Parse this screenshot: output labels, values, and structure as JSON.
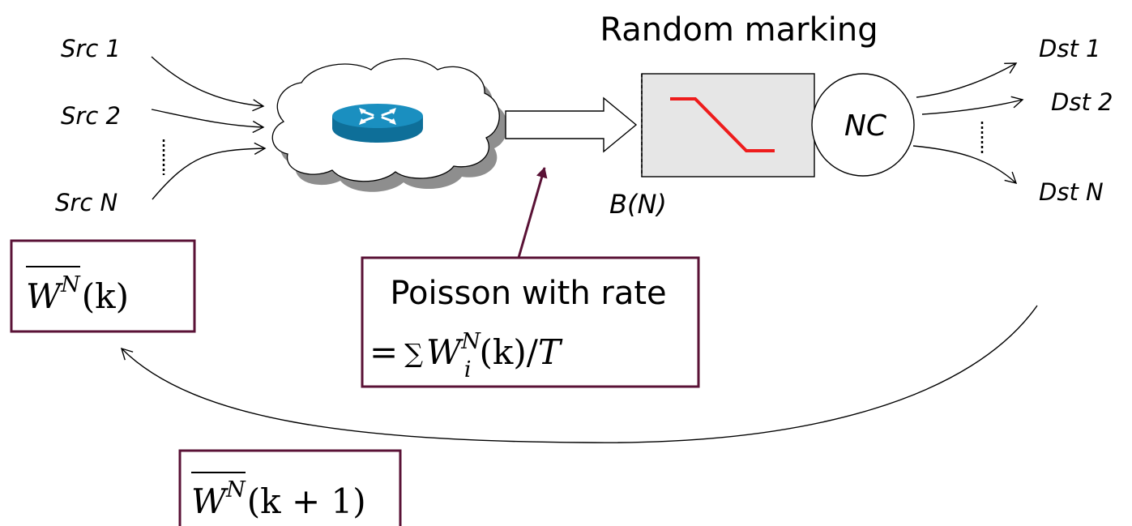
{
  "diagram": {
    "title": "Random marking",
    "sources": [
      "Src 1",
      "Src 2",
      "Src N"
    ],
    "destinations": [
      "Dst 1",
      "Dst 2",
      "Dst N"
    ],
    "buffer_label": "B(N)",
    "nc_label": "NC",
    "poisson_box": {
      "line1": "Poisson with rate",
      "line2_prefix": "=",
      "sum": "∑",
      "var": "W",
      "sub": "i",
      "sup": "N",
      "arg": "(k)/",
      "T": "T"
    },
    "avg_box_k": {
      "var": "W",
      "sup": "N",
      "arg": "(k)"
    },
    "avg_box_k1": {
      "var": "W",
      "sup": "N",
      "arg": "(k + 1)"
    },
    "colors": {
      "box_border": "#5a1236",
      "arrow_maroon": "#5a1236",
      "marking_red": "#ee1c1c",
      "queue_fill": "#e6e6e6",
      "router_blue": "#1a8fc0",
      "cloud_shadow": "#8e8e8e"
    },
    "icons": [
      "router-icon",
      "cloud-icon"
    ]
  }
}
